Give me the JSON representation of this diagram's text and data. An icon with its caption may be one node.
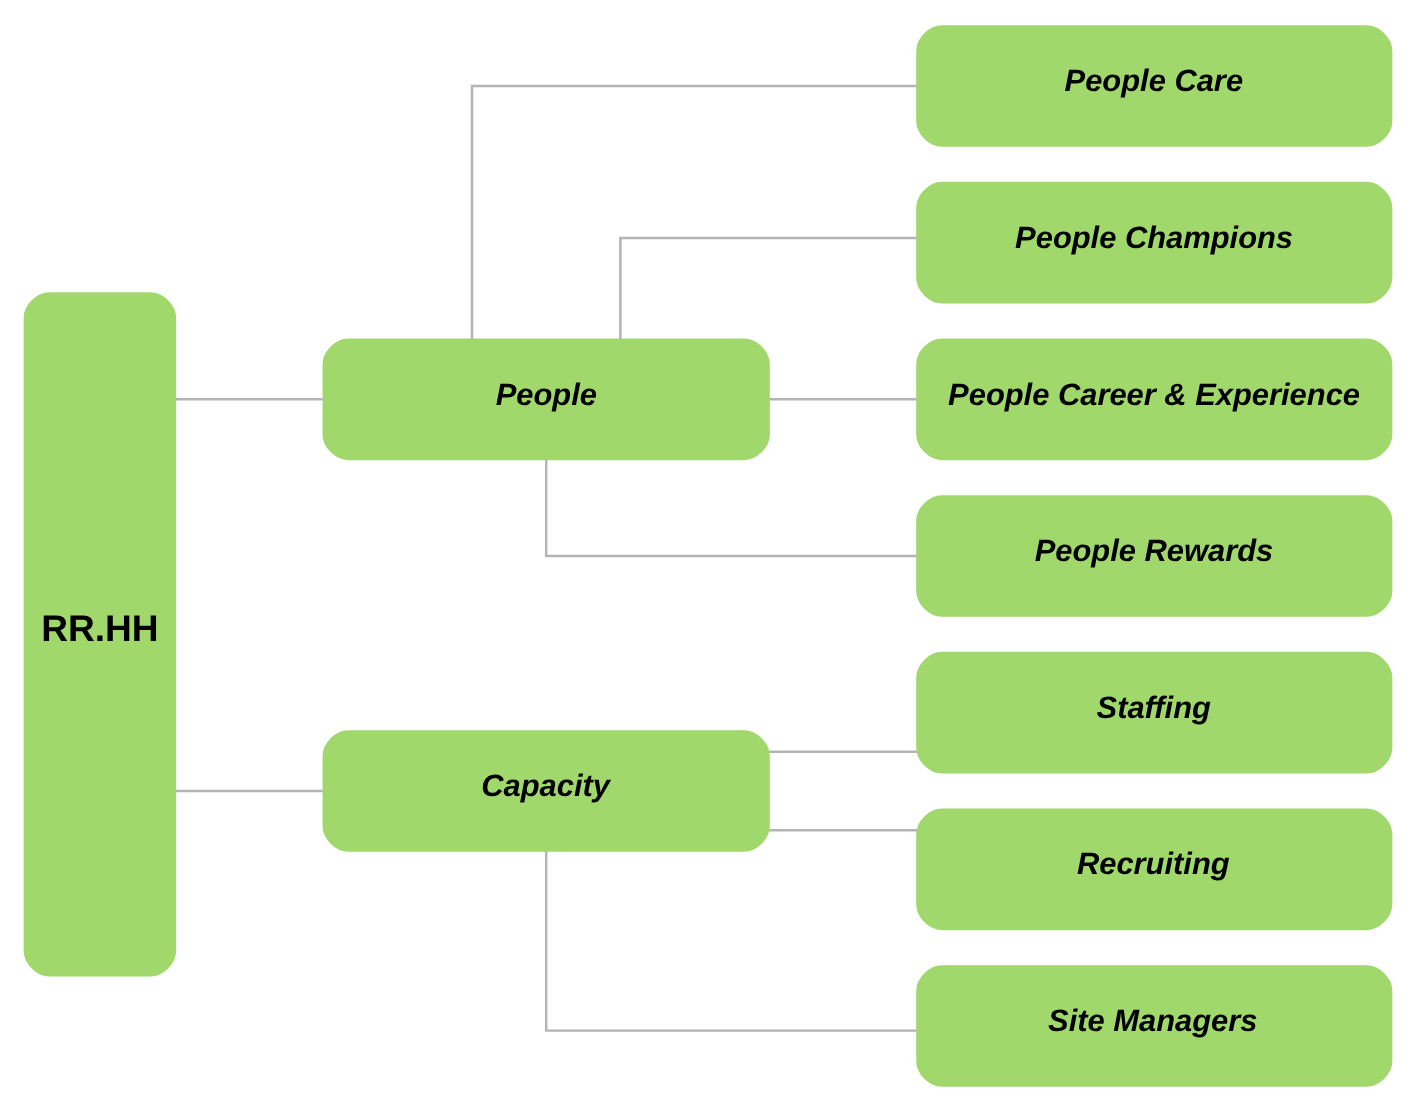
{
  "diagram": {
    "nodes": [
      {
        "text": [
          "RR.HH"
        ]
      },
      {
        "text": [
          "People"
        ]
      },
      {
        "text": [
          "Capacity"
        ]
      },
      {
        "text": [
          "People Care"
        ]
      },
      {
        "text": [
          "People Champions"
        ]
      },
      {
        "text": [
          "People Career & Experience"
        ]
      },
      {
        "text": [
          "People Rewards"
        ]
      },
      {
        "text": [
          "Staffing"
        ]
      },
      {
        "text": [
          "Recruiting"
        ]
      },
      {
        "text": [
          "Site Managers"
        ]
      }
    ],
    "edges": [
      {
        "from": 0,
        "to": 1,
        "arrow": "none"
      },
      {
        "from": 0,
        "to": 2,
        "arrow": "none"
      },
      {
        "from": 1,
        "to": 3,
        "arrow": "none"
      },
      {
        "from": 1,
        "to": 4,
        "arrow": "none"
      },
      {
        "from": 1,
        "to": 5,
        "arrow": "none"
      },
      {
        "from": 1,
        "to": 6,
        "arrow": "none"
      },
      {
        "from": 2,
        "to": 7,
        "arrow": "none"
      },
      {
        "from": 2,
        "to": 8,
        "arrow": "none"
      },
      {
        "from": 2,
        "to": 9,
        "arrow": "none"
      }
    ]
  }
}
